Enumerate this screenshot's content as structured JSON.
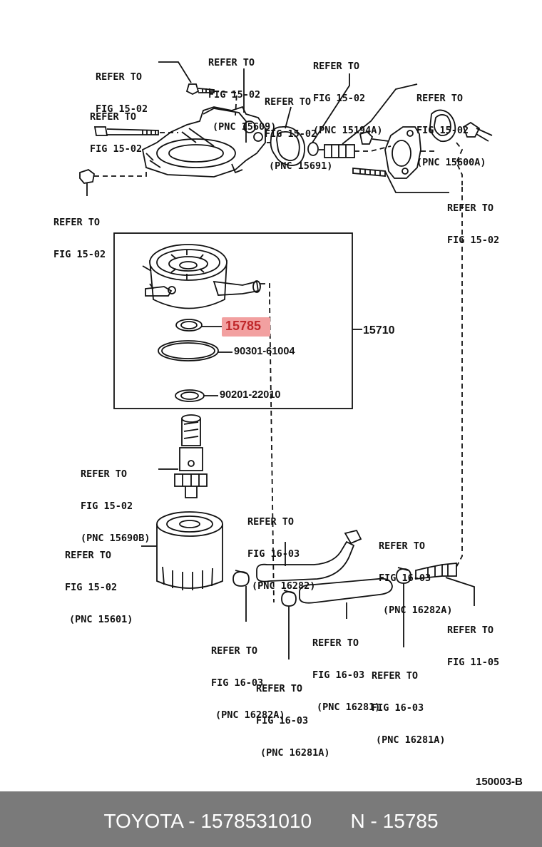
{
  "highlight_part": "15785",
  "figure_code": "150003-B",
  "footer": {
    "brand": "TOYOTA",
    "sep1": " - ",
    "part_number": "1578531010",
    "gap": "       ",
    "n_label": "N",
    "sep2": " - ",
    "n_value": "15785"
  },
  "part_numbers": {
    "assembly": "15710",
    "oring": "90301-61004",
    "gasket": "90201-22010"
  },
  "refs": [
    {
      "l1": "REFER TO",
      "l2": "FIG 15-02",
      "l3": "(PNC 15609)"
    },
    {
      "l1": "REFER TO",
      "l2": "FIG 15-02",
      "l3": "(PNC 15194A)"
    },
    {
      "l1": "REFER TO",
      "l2": "FIG 15-02",
      "l3": ""
    },
    {
      "l1": "REFER TO",
      "l2": "FIG 15-02",
      "l3": "(PNC 15691)"
    },
    {
      "l1": "REFER TO",
      "l2": "FIG 15-02",
      "l3": "(PNC 15600A)"
    },
    {
      "l1": "REFER TO",
      "l2": "FIG 15-02",
      "l3": ""
    },
    {
      "l1": "REFER TO",
      "l2": "FIG 15-02",
      "l3": ""
    },
    {
      "l1": "REFER TO",
      "l2": "FIG 15-02",
      "l3": ""
    },
    {
      "l1": "REFER TO",
      "l2": "FIG 15-02",
      "l3": "(PNC 15690B)"
    },
    {
      "l1": "REFER TO",
      "l2": "FIG 16-03",
      "l3": "(PNC 16282)"
    },
    {
      "l1": "REFER TO",
      "l2": "FIG 16-03",
      "l3": "(PNC 16282A)"
    },
    {
      "l1": "REFER TO",
      "l2": "FIG 15-02",
      "l3": "(PNC 15601)"
    },
    {
      "l1": "REFER TO",
      "l2": "FIG 11-05",
      "l3": ""
    },
    {
      "l1": "REFER TO",
      "l2": "FIG 16-03",
      "l3": "(PNC 16281)"
    },
    {
      "l1": "REFER TO",
      "l2": "FIG 16-03",
      "l3": "(PNC 16282A)"
    },
    {
      "l1": "REFER TO",
      "l2": "FIG 16-03",
      "l3": "(PNC 16281A)"
    },
    {
      "l1": "REFER TO",
      "l2": "FIG 16-03",
      "l3": "(PNC 16281A)"
    }
  ]
}
